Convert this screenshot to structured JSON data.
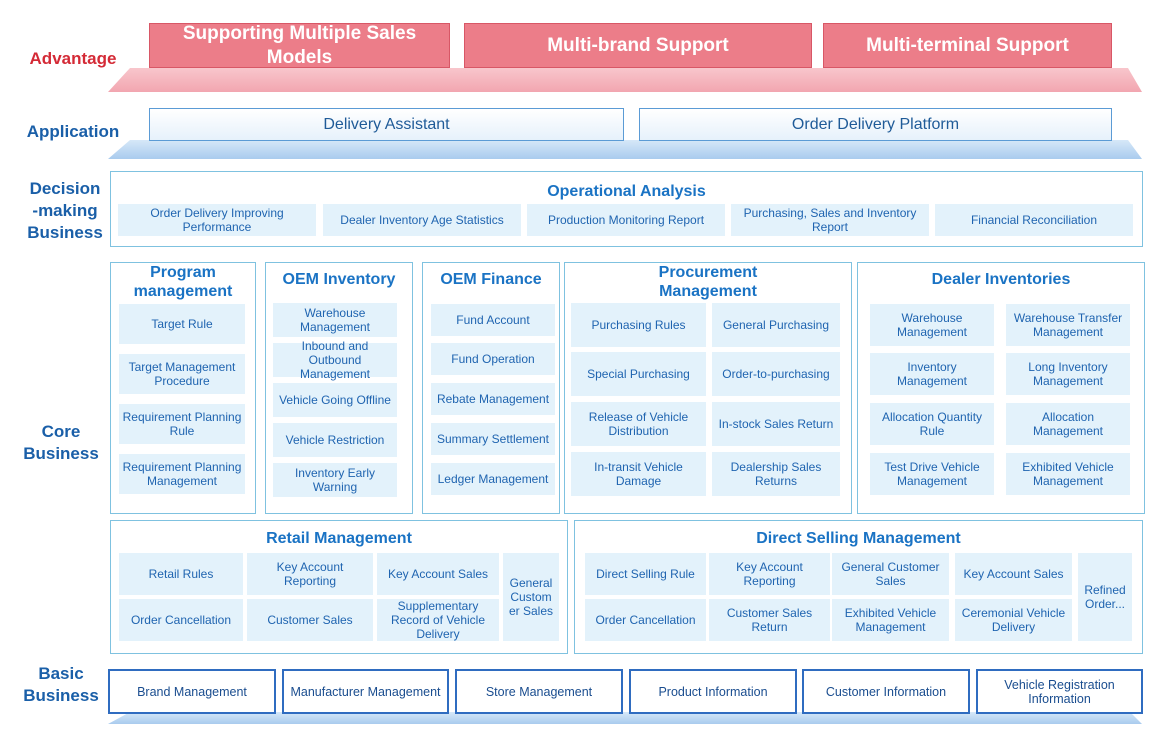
{
  "rows": {
    "advantage": "Advantage",
    "application": "Application",
    "decision_line1": "Decision",
    "decision_line2": "-making",
    "decision_line3": "Business",
    "core_line1": "Core",
    "core_line2": "Business",
    "basic_line1": "Basic",
    "basic_line2": "Business"
  },
  "advantage": {
    "items": [
      "Supporting Multiple Sales Models",
      "Multi-brand Support",
      "Multi-terminal Support"
    ]
  },
  "application": {
    "items": [
      "Delivery Assistant",
      "Order Delivery Platform"
    ]
  },
  "decision": {
    "title": "Operational Analysis",
    "items": [
      "Order Delivery Improving Performance",
      "Dealer Inventory Age Statistics",
      "Production Monitoring Report",
      "Purchasing, Sales and Inventory Report",
      "Financial Reconciliation"
    ]
  },
  "core": {
    "program": {
      "title_line1": "Program",
      "title_line2": "management",
      "items": [
        "Target Rule",
        "Target Management Procedure",
        "Requirement Planning Rule",
        "Requirement Planning Management"
      ]
    },
    "oem_inventory": {
      "title": "OEM Inventory",
      "items": [
        "Warehouse Management",
        "Inbound and Outbound Management",
        "Vehicle Going Offline",
        "Vehicle Restriction",
        "Inventory Early Warning"
      ]
    },
    "oem_finance": {
      "title": "OEM Finance",
      "items": [
        "Fund Account",
        "Fund Operation",
        "Rebate Management",
        "Summary Settlement",
        "Ledger Management"
      ]
    },
    "procurement": {
      "title_line1": "Procurement",
      "title_line2": "Management",
      "items": [
        "Purchasing Rules",
        "General Purchasing",
        "Special Purchasing",
        "Order-to-purchasing",
        "Release of Vehicle Distribution",
        "In-stock Sales Return",
        "In-transit Vehicle Damage",
        "Dealership Sales Returns"
      ]
    },
    "dealer": {
      "title": "Dealer Inventories",
      "items": [
        "Warehouse Management",
        "Warehouse Transfer Management",
        "Inventory Management",
        "Long Inventory Management",
        "Allocation Quantity Rule",
        "Allocation Management",
        "Test Drive Vehicle Management",
        "Exhibited Vehicle Management"
      ]
    },
    "retail": {
      "title": "Retail Management",
      "items": [
        "Retail Rules",
        "Key Account Reporting",
        "Key Account Sales",
        "Order Cancellation",
        "Customer Sales",
        "Supplementary Record of Vehicle Delivery",
        "General Custom er Sales"
      ]
    },
    "direct": {
      "title": "Direct Selling Management",
      "items": [
        "Direct Selling Rule",
        "Key Account Reporting",
        "General Customer Sales",
        "Key Account Sales",
        "Order Cancellation",
        "Customer Sales Return",
        "Exhibited Vehicle Management",
        "Ceremonial Vehicle Delivery",
        "Refined Order..."
      ]
    }
  },
  "basic": {
    "items": [
      "Brand Management",
      "Manufacturer Management",
      "Store Management",
      "Product Information",
      "Customer Information",
      "Vehicle Registration Information"
    ]
  },
  "colors": {
    "accent_red": "#d42a36",
    "accent_blue": "#1a5fa8",
    "advantage_fill": "#ec7d89",
    "cell_fill": "#e3f2fb"
  }
}
